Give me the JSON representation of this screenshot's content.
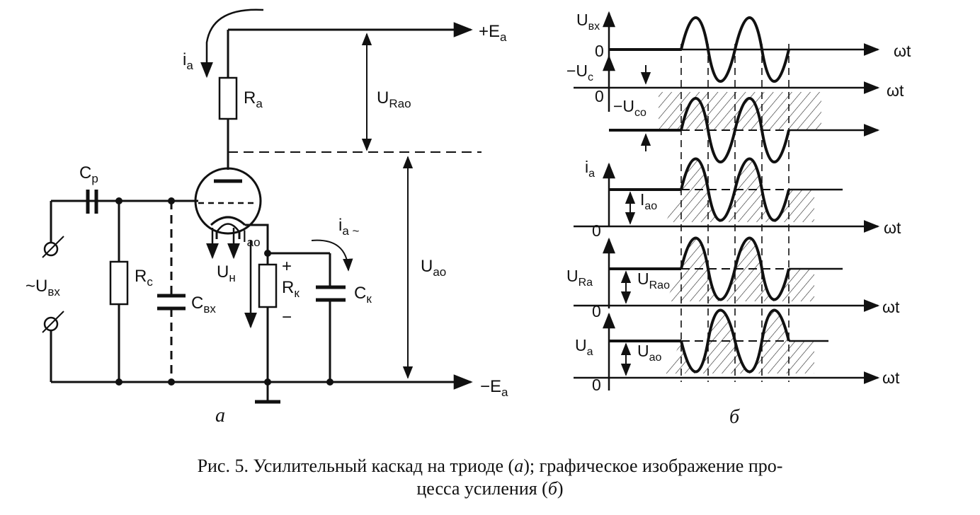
{
  "circuit": {
    "labels": {
      "ia": "i",
      "ia_sub": "a",
      "ea_plus": "+E",
      "ea_plus_sub": "a",
      "ra": "R",
      "ra_sub": "a",
      "urao": "U",
      "urao_sub": "Rao",
      "cp": "C",
      "cp_sub": "p",
      "rc": "R",
      "rc_sub": "c",
      "cvx": "C",
      "cvx_sub": "вх",
      "uvx": "~U",
      "uvx_sub": "вх",
      "un": "U",
      "un_sub": "н",
      "iao": "I",
      "iao_sub": "ao",
      "rk": "R",
      "rk_sub": "к",
      "plus": "+",
      "minus": "−",
      "ia_ac": "i",
      "ia_ac_sub": "a ~",
      "ck": "C",
      "ck_sub": "к",
      "uao": "U",
      "uao_sub": "ao",
      "ea_minus": "−E",
      "ea_minus_sub": "a"
    },
    "panel_label": "а"
  },
  "graphs": {
    "labels": {
      "uvx": "U",
      "uvx_sub": "вх",
      "zero1": "0",
      "wt1": "ωt",
      "uc": "−U",
      "uc_sub": "c",
      "zero2": "0",
      "wt2": "ωt",
      "uco": "−U",
      "uco_sub": "co",
      "ia": "i",
      "ia_sub": "a",
      "iao": "I",
      "iao_sub": "ao",
      "zero3": "0",
      "wt3": "ωt",
      "ura": "U",
      "ura_sub": "Ra",
      "urao": "U",
      "urao_sub": "Rao",
      "zero4": "0",
      "wt4": "ωt",
      "ua": "U",
      "ua_sub": "a",
      "uao": "U",
      "uao_sub": "ao",
      "zero5": "0",
      "wt5": "ωt"
    },
    "panel_label": "б"
  },
  "caption": {
    "line1_prefix": "Рис. 5. Усилительный каскад на триоде (",
    "line1_a": "а",
    "line1_mid": "); графическое изображение про-",
    "line2_prefix": "цесса усиления (",
    "line2_b": "б",
    "line2_suffix": ")"
  }
}
